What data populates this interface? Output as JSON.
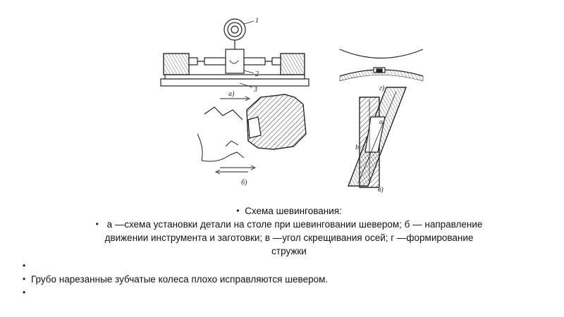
{
  "caption": {
    "title": "Схема шевингования:",
    "description_lines": [
      "а —схема установки детали на столе при  шевинговании шевером; б — направление",
      "движении инструмента    и заготовки;    в —угол скрещивания осей; г —формирование",
      "стружки"
    ]
  },
  "bullets": [
    "",
    "Грубо нарезанные зубчатые колеса плохо исправляются шевером.",
    ""
  ],
  "figure": {
    "labels": {
      "a": "а)",
      "b": "б)",
      "v": "в)",
      "g": "г)",
      "n1": "1",
      "n2": "2",
      "n3": "3",
      "alpha": "α",
      "b_letter": "b"
    }
  },
  "bullet_glyph": "•"
}
